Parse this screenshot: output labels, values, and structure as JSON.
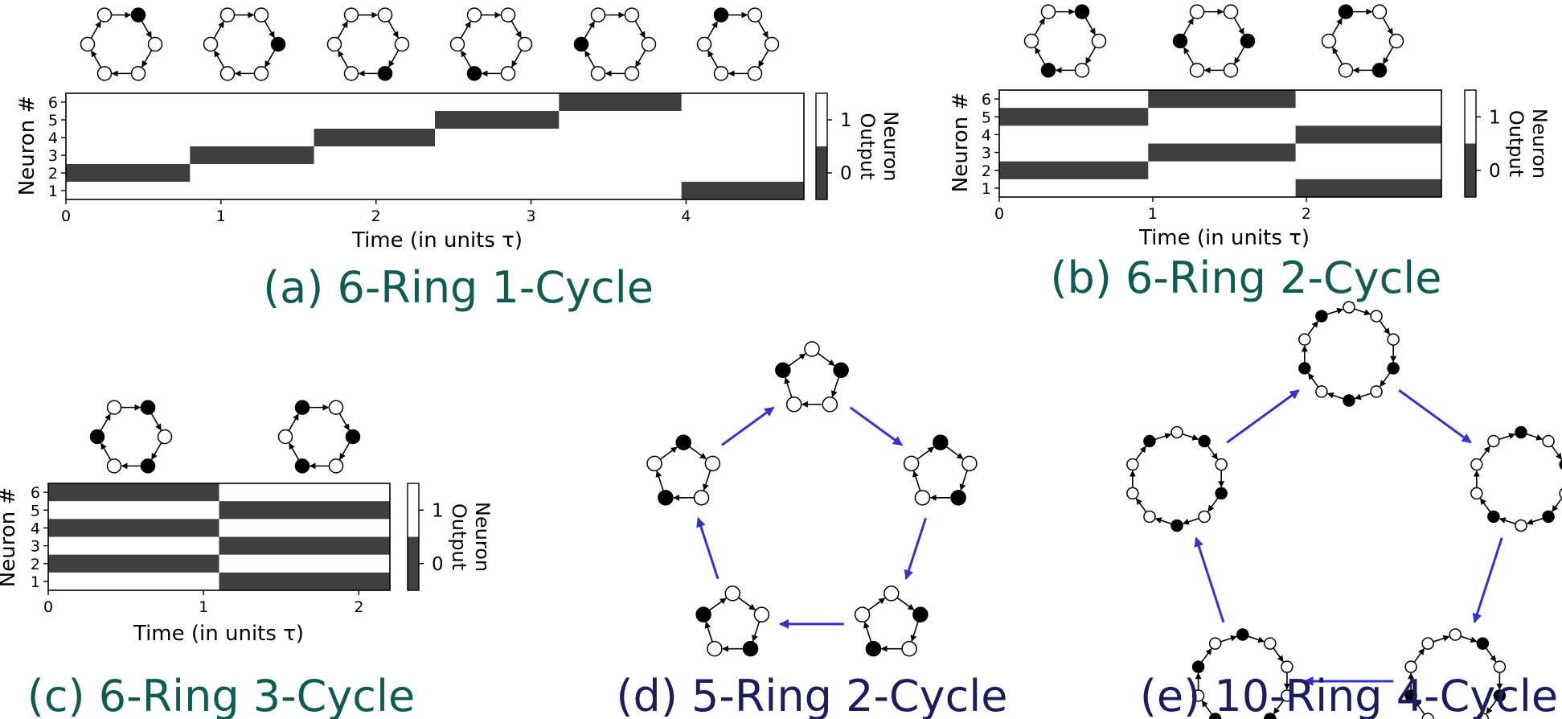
{
  "panels": [
    {
      "id": "a",
      "caption": "(a) 6-Ring 1-Cycle",
      "caption_color": "#0f5c50",
      "ylabel": "Neuron #",
      "xlabel": "Time (in units τ)",
      "yticks": [
        "1",
        "2",
        "3",
        "4",
        "5",
        "6"
      ],
      "xticks": [
        "0",
        "1",
        "2",
        "3",
        "4"
      ],
      "colorbar": {
        "label_line1": "Neuron",
        "label_line2": "Output",
        "ticks": [
          "1",
          "0"
        ]
      },
      "chart_data": {
        "type": "heatmap",
        "x_range": [
          0,
          4.76
        ],
        "neurons": 6,
        "active_on": [
          {
            "neuron": 2,
            "start": 0,
            "end": 0.8
          },
          {
            "neuron": 3,
            "start": 0.8,
            "end": 1.6
          },
          {
            "neuron": 4,
            "start": 1.6,
            "end": 2.38
          },
          {
            "neuron": 5,
            "start": 2.38,
            "end": 3.18
          },
          {
            "neuron": 6,
            "start": 3.18,
            "end": 3.97
          },
          {
            "neuron": 1,
            "start": 3.97,
            "end": 4.76
          }
        ]
      },
      "ring_states": [
        [
          2
        ],
        [
          3
        ],
        [
          4
        ],
        [
          5
        ],
        [
          6
        ],
        [
          1
        ]
      ]
    },
    {
      "id": "b",
      "caption": "(b) 6-Ring 2-Cycle",
      "caption_color": "#0f5c50",
      "ylabel": "Neuron #",
      "xlabel": "Time (in units τ)",
      "yticks": [
        "1",
        "2",
        "3",
        "4",
        "5",
        "6"
      ],
      "xticks": [
        "0",
        "1",
        "2"
      ],
      "colorbar": {
        "label_line1": "Neuron",
        "label_line2": "Output",
        "ticks": [
          "1",
          "0"
        ]
      },
      "chart_data": {
        "type": "heatmap",
        "x_range": [
          0,
          2.88
        ],
        "neurons": 6,
        "active_on": [
          {
            "neuron": 2,
            "start": 0,
            "end": 0.97
          },
          {
            "neuron": 5,
            "start": 0,
            "end": 0.97
          },
          {
            "neuron": 3,
            "start": 0.97,
            "end": 1.93
          },
          {
            "neuron": 6,
            "start": 0.97,
            "end": 1.93
          },
          {
            "neuron": 1,
            "start": 1.93,
            "end": 2.88
          },
          {
            "neuron": 4,
            "start": 1.93,
            "end": 2.88
          }
        ]
      },
      "ring_states": [
        [
          2,
          5
        ],
        [
          3,
          6
        ],
        [
          4,
          1
        ]
      ]
    },
    {
      "id": "c",
      "caption": "(c) 6-Ring 3-Cycle",
      "caption_color": "#0f5c50",
      "ylabel": "Neuron #",
      "xlabel": "Time (in units τ)",
      "yticks": [
        "1",
        "2",
        "3",
        "4",
        "5",
        "6"
      ],
      "xticks": [
        "0",
        "1",
        "2"
      ],
      "colorbar": {
        "label_line1": "Neuron",
        "label_line2": "Output",
        "ticks": [
          "1",
          "0"
        ]
      },
      "chart_data": {
        "type": "heatmap",
        "x_range": [
          0,
          2.2
        ],
        "neurons": 6,
        "active_on": [
          {
            "neuron": 2,
            "start": 0,
            "end": 1.1
          },
          {
            "neuron": 4,
            "start": 0,
            "end": 1.1
          },
          {
            "neuron": 6,
            "start": 0,
            "end": 1.1
          },
          {
            "neuron": 1,
            "start": 1.1,
            "end": 2.2
          },
          {
            "neuron": 3,
            "start": 1.1,
            "end": 2.2
          },
          {
            "neuron": 5,
            "start": 1.1,
            "end": 2.2
          }
        ]
      },
      "ring_states": [
        [
          2,
          4,
          6
        ],
        [
          1,
          3,
          5
        ]
      ]
    },
    {
      "id": "d",
      "caption": "(d) 5-Ring 2-Cycle",
      "caption_color": "#1d1d5e",
      "ring_size": 5,
      "ring_states": [
        [
          5,
          2
        ],
        [
          1,
          3
        ],
        [
          2,
          4
        ],
        [
          3,
          5
        ],
        [
          4,
          1
        ]
      ]
    },
    {
      "id": "e",
      "caption": "(e) 10-Ring 4-Cycle",
      "caption_color": "#1d1d5e",
      "ring_size": 10,
      "ring_states": [
        [
          4,
          6,
          8,
          10
        ],
        [
          1,
          3,
          5,
          7
        ],
        [
          2,
          4,
          6,
          8
        ],
        [
          5,
          7,
          9,
          1
        ],
        [
          10,
          2,
          4,
          6
        ]
      ]
    }
  ],
  "colors": {
    "active": "#3f3f3f",
    "inactive": "#ffffff",
    "node_on": "#000000",
    "node_off": "#ffffff",
    "transition_arrow": "#3333cc",
    "axis": "#000000"
  }
}
